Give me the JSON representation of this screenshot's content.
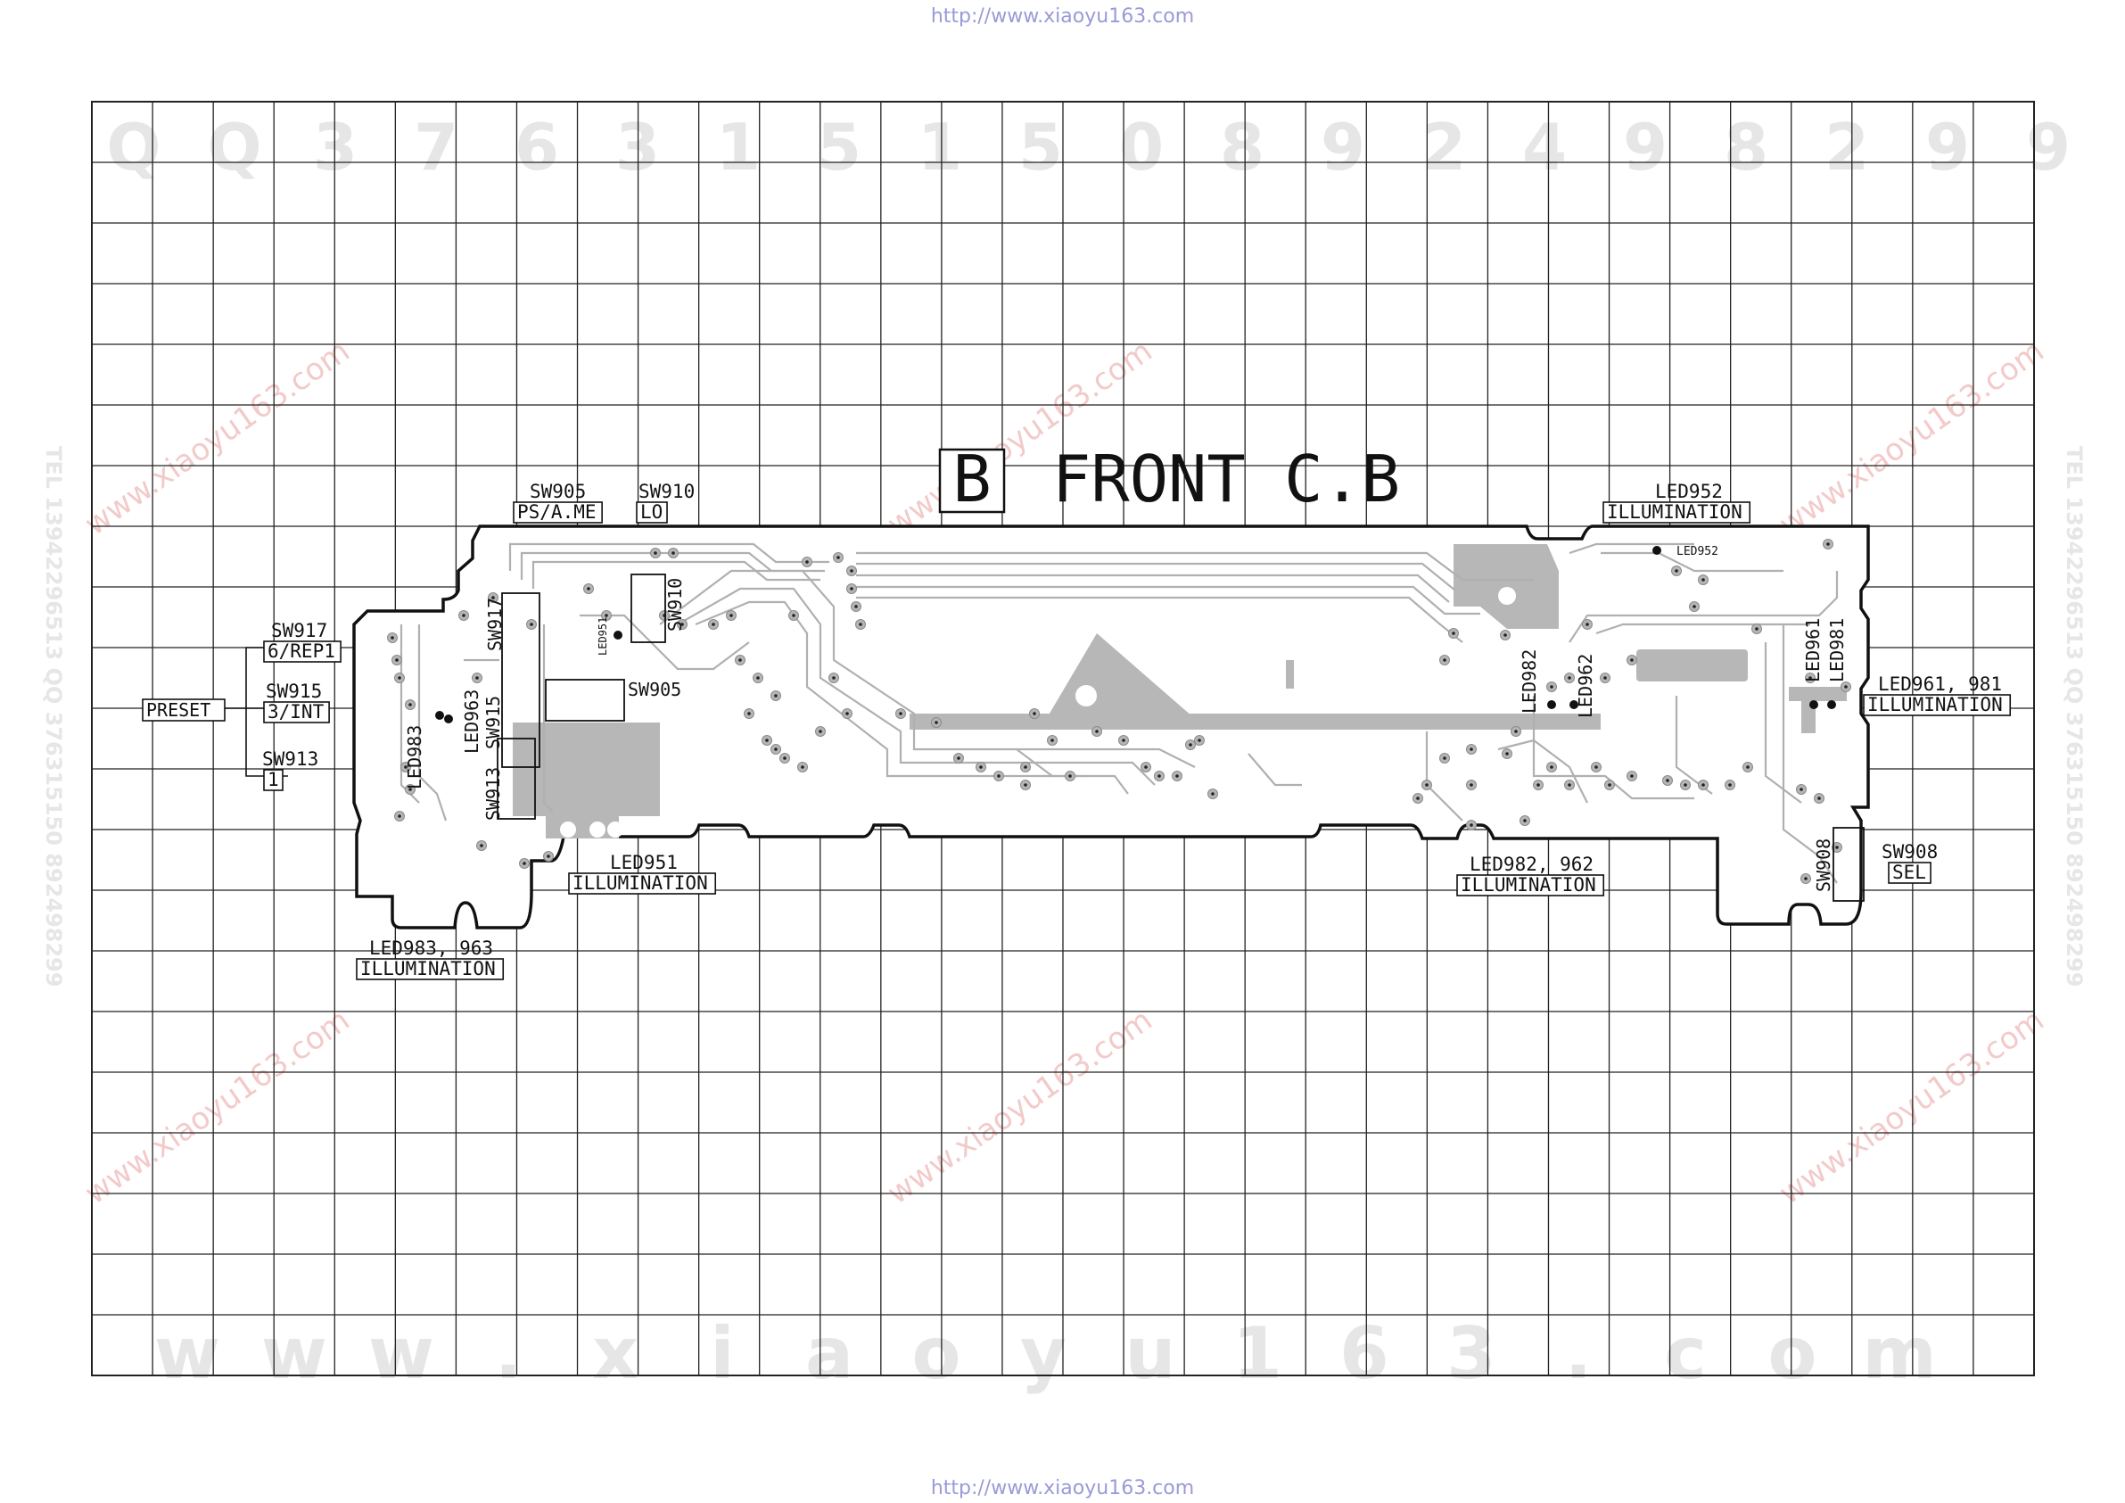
{
  "header": {
    "url": "http://www.xiaoyu163.com"
  },
  "footer": {
    "url": "http://www.xiaoyu163.com"
  },
  "board": {
    "title_letter": "B",
    "title": "FRONT C.B"
  },
  "watermarks": {
    "top_digits": [
      "Q",
      "Q",
      "3",
      "7",
      "6",
      "3",
      "1",
      "5",
      "1",
      "5",
      "0",
      "8",
      "9",
      "2",
      "4",
      "9",
      "8",
      "2",
      "9",
      "9"
    ],
    "bottom_letters": [
      "w",
      "w",
      "w",
      ".",
      "x",
      "i",
      "a",
      "o",
      "y",
      "u",
      "1",
      "6",
      "3",
      ".",
      "c",
      "o",
      "m"
    ],
    "side_text": "TEL 13942296513 QQ 376315150 892498299",
    "stamp_text": "www.xiaoyu163.com"
  },
  "callouts": {
    "sw905": {
      "ref": "SW905",
      "func": "PS/A.ME"
    },
    "sw910": {
      "ref": "SW910",
      "func": "LO"
    },
    "sw917": {
      "ref": "SW917",
      "func": "6/REP1"
    },
    "sw915": {
      "ref": "SW915",
      "func": "3/INT"
    },
    "sw913": {
      "ref": "SW913",
      "func": "1"
    },
    "preset": "PRESET",
    "led952": {
      "ref": "LED952",
      "func": "ILLUMINATION"
    },
    "led961_981": {
      "ref": "LED961, 981",
      "func": "ILLUMINATION"
    },
    "led951": {
      "ref": "LED951",
      "func": "ILLUMINATION"
    },
    "led982_962": {
      "ref": "LED982, 962",
      "func": "ILLUMINATION"
    },
    "led983_963": {
      "ref": "LED983, 963",
      "func": "ILLUMINATION"
    },
    "sw908": {
      "ref": "SW908",
      "func": "SEL"
    }
  },
  "board_labels": {
    "sw917": "SW917",
    "sw915": "SW915",
    "sw913": "SW913",
    "led963": "LED963",
    "led983": "LED983",
    "led951": "LED951",
    "sw910": "SW910",
    "sw905": "SW905",
    "led952": "LED952",
    "led982": "LED982",
    "led962": "LED962",
    "led961": "LED961",
    "led981": "LED981",
    "sw908": "SW908"
  }
}
